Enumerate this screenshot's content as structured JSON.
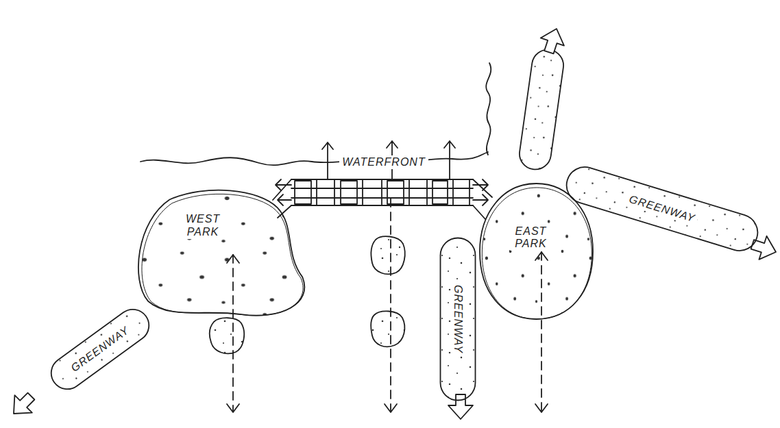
{
  "diagram": {
    "nodes": [
      {
        "text": [
          "WEST PARK"
        ]
      },
      {
        "text": [
          "EAST PARK"
        ]
      },
      {
        "text": [
          "GREENWAY"
        ]
      },
      {
        "text": [
          "GREENWAY"
        ]
      },
      {
        "text": [
          "GREENWAY"
        ]
      }
    ],
    "labels": [
      "WATERFRONT"
    ]
  }
}
